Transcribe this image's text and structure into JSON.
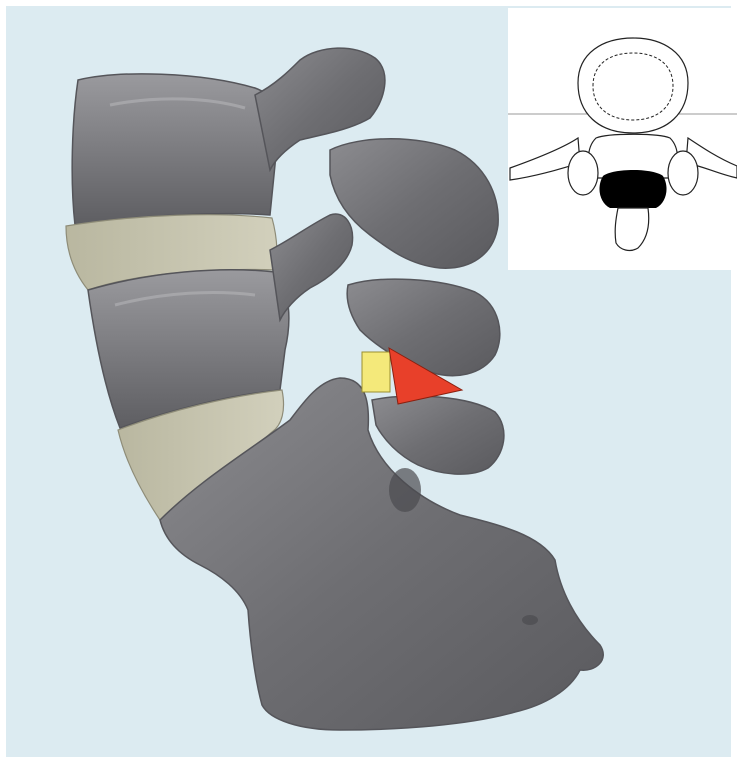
{
  "figure": {
    "subject": "lumbar-spine-lateral-3d-model",
    "colors": {
      "background": "#dcebf1",
      "bone": "#7c7c80",
      "bone_light": "#a3a3a8",
      "bone_dark": "#4c4c50",
      "disc": "#c6c4ae",
      "marker_yellow": "#f4e97a",
      "marker_red": "#e8402a",
      "inset_fill": "#000000"
    }
  },
  "inset": {
    "view": "axial-vertebra-cross-section",
    "highlight_region": "spinal-canal"
  }
}
